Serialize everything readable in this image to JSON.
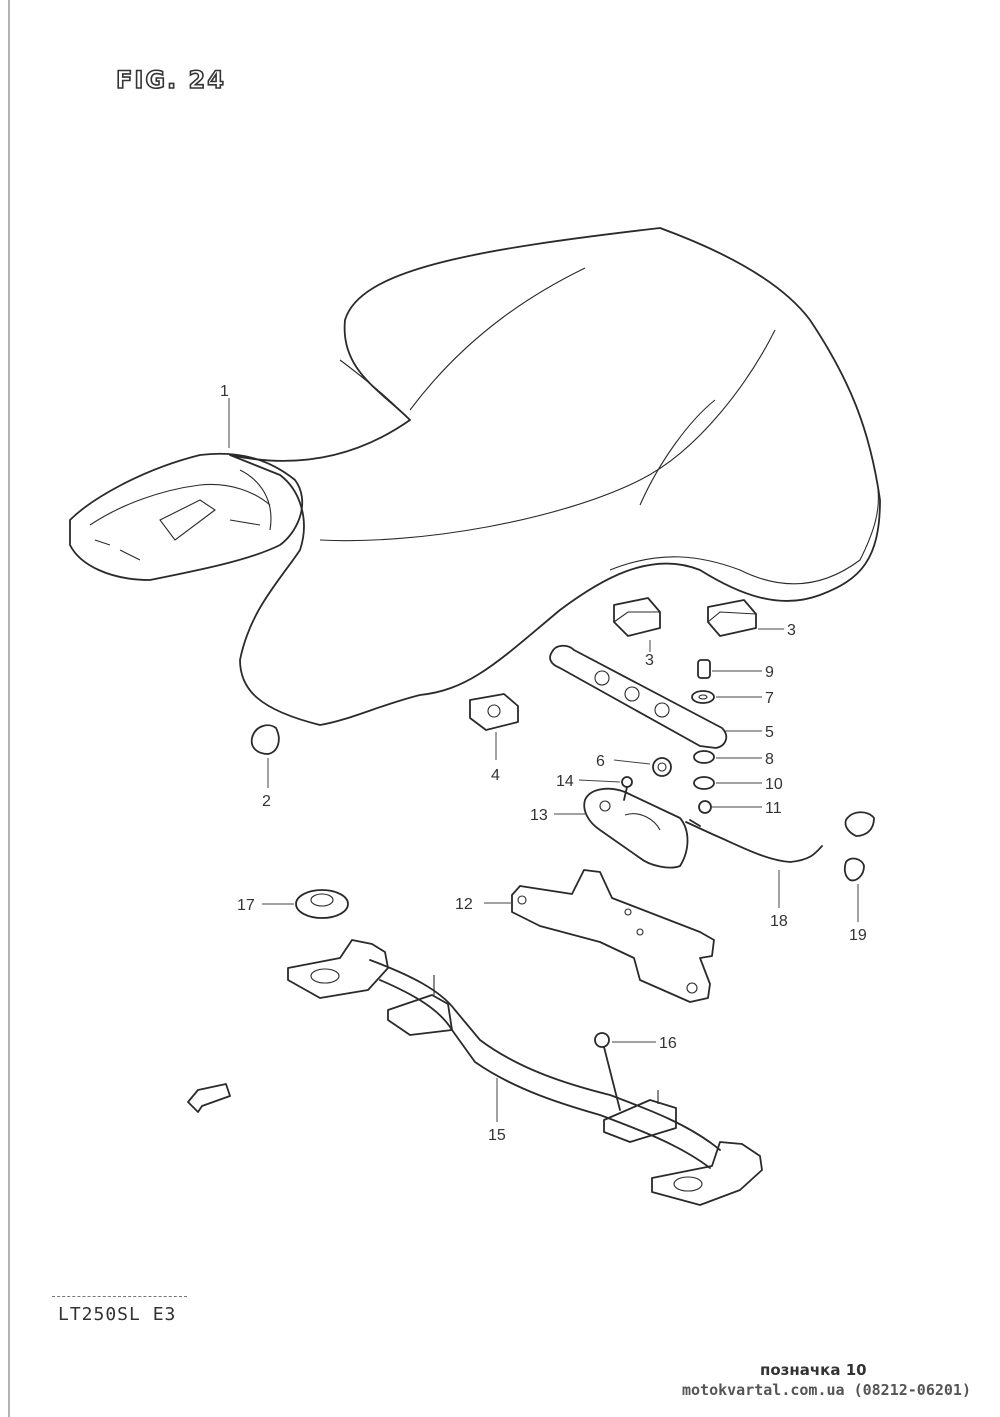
{
  "figure": {
    "title": "FIG. 24",
    "model": "LT250SL E3"
  },
  "callouts": [
    "1",
    "2",
    "3",
    "3",
    "4",
    "5",
    "6",
    "7",
    "8",
    "9",
    "10",
    "11",
    "12",
    "13",
    "14",
    "15",
    "16",
    "17",
    "18",
    "19"
  ],
  "footer": {
    "label": "позначка 10",
    "source": "motokvartal.com.ua (08212-06201)"
  }
}
